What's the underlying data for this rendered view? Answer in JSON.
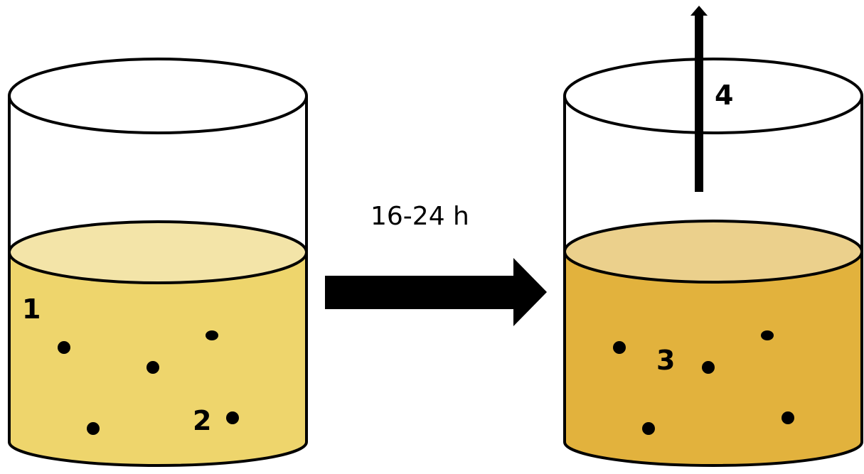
{
  "colors": {
    "outline": "#000000",
    "liquid_left_side": "#eed56c",
    "liquid_left_top": "#f3e4a8",
    "liquid_right_side": "#e2b23d",
    "liquid_right_top": "#ebd08c",
    "particle": "#000000",
    "arrow": "#000000"
  },
  "process": {
    "duration_label": "16-24 h"
  },
  "labels": {
    "one": "1",
    "two": "2",
    "three": "3",
    "four": "4"
  }
}
